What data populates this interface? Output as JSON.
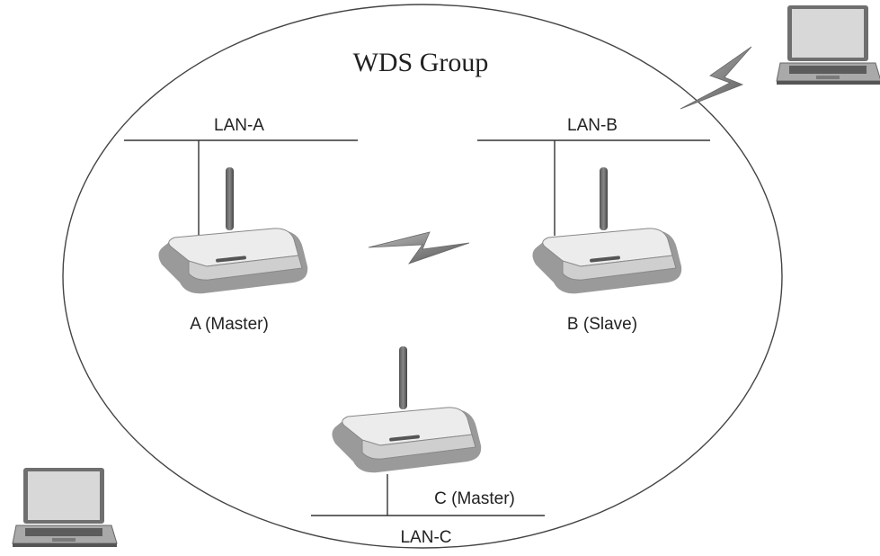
{
  "diagram": {
    "title": "WDS Group",
    "lans": {
      "a": "LAN-A",
      "b": "LAN-B",
      "c": "LAN-C"
    },
    "routers": {
      "a": "A (Master)",
      "b": "B (Slave)",
      "c": "C (Master)"
    },
    "icons": [
      "router-icon",
      "laptop-icon",
      "wireless-link-icon"
    ],
    "colors": {
      "stroke": "#333333",
      "device_body": "#d9d9d9",
      "device_shadow": "#8a8a8a"
    }
  }
}
